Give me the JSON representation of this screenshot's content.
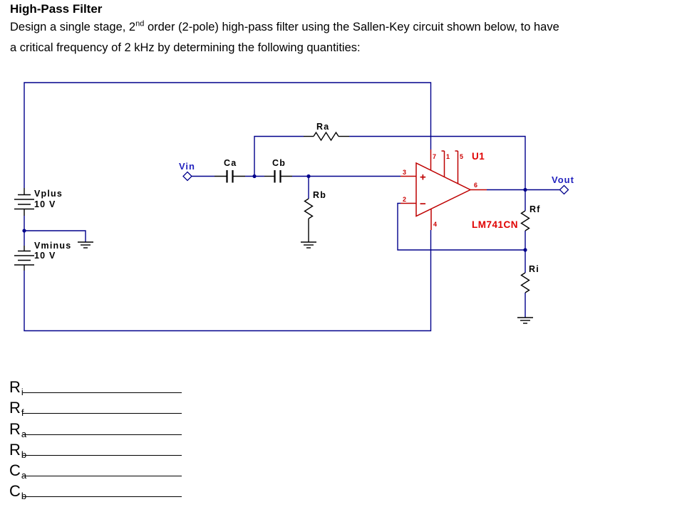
{
  "header": {
    "title": "High-Pass Filter",
    "line1_pre": "Design a single stage, 2",
    "line1_sup": "nd",
    "line1_post": " order (2-pole) high-pass filter using the Sallen-Key circuit shown below, to have",
    "line2": "a critical frequency of 2 kHz by determining the following quantities:"
  },
  "schematic": {
    "sources": {
      "vplus": {
        "name": "Vplus",
        "value": "10 V"
      },
      "vminus": {
        "name": "Vminus",
        "value": "10 V"
      }
    },
    "nets": {
      "vin": "Vin",
      "vout": "Vout"
    },
    "components": {
      "ca": "Ca",
      "cb": "Cb",
      "ra": "Ra",
      "rb": "Rb",
      "rf": "Rf",
      "ri": "Ri"
    },
    "opamp": {
      "designator": "U1",
      "part": "LM741CN",
      "plus": "+",
      "minus": "−",
      "pins": {
        "p1": "1",
        "p2": "2",
        "p3": "3",
        "p4": "4",
        "p5": "5",
        "p6": "6",
        "p7": "7"
      }
    },
    "colors": {
      "wire": "#00008B",
      "net_label": "#2222BE",
      "component": "#000000",
      "opamp_stroke": "#BE0000",
      "pin_number": "#CC0000",
      "opamp_label": "#E00000"
    }
  },
  "answers": {
    "rows": [
      {
        "base": "R",
        "sub": "i"
      },
      {
        "base": "R",
        "sub": "f"
      },
      {
        "base": "R",
        "sub": "a"
      },
      {
        "base": "R",
        "sub": "b"
      },
      {
        "base": "C",
        "sub": "a"
      },
      {
        "base": "C",
        "sub": "b"
      }
    ]
  }
}
